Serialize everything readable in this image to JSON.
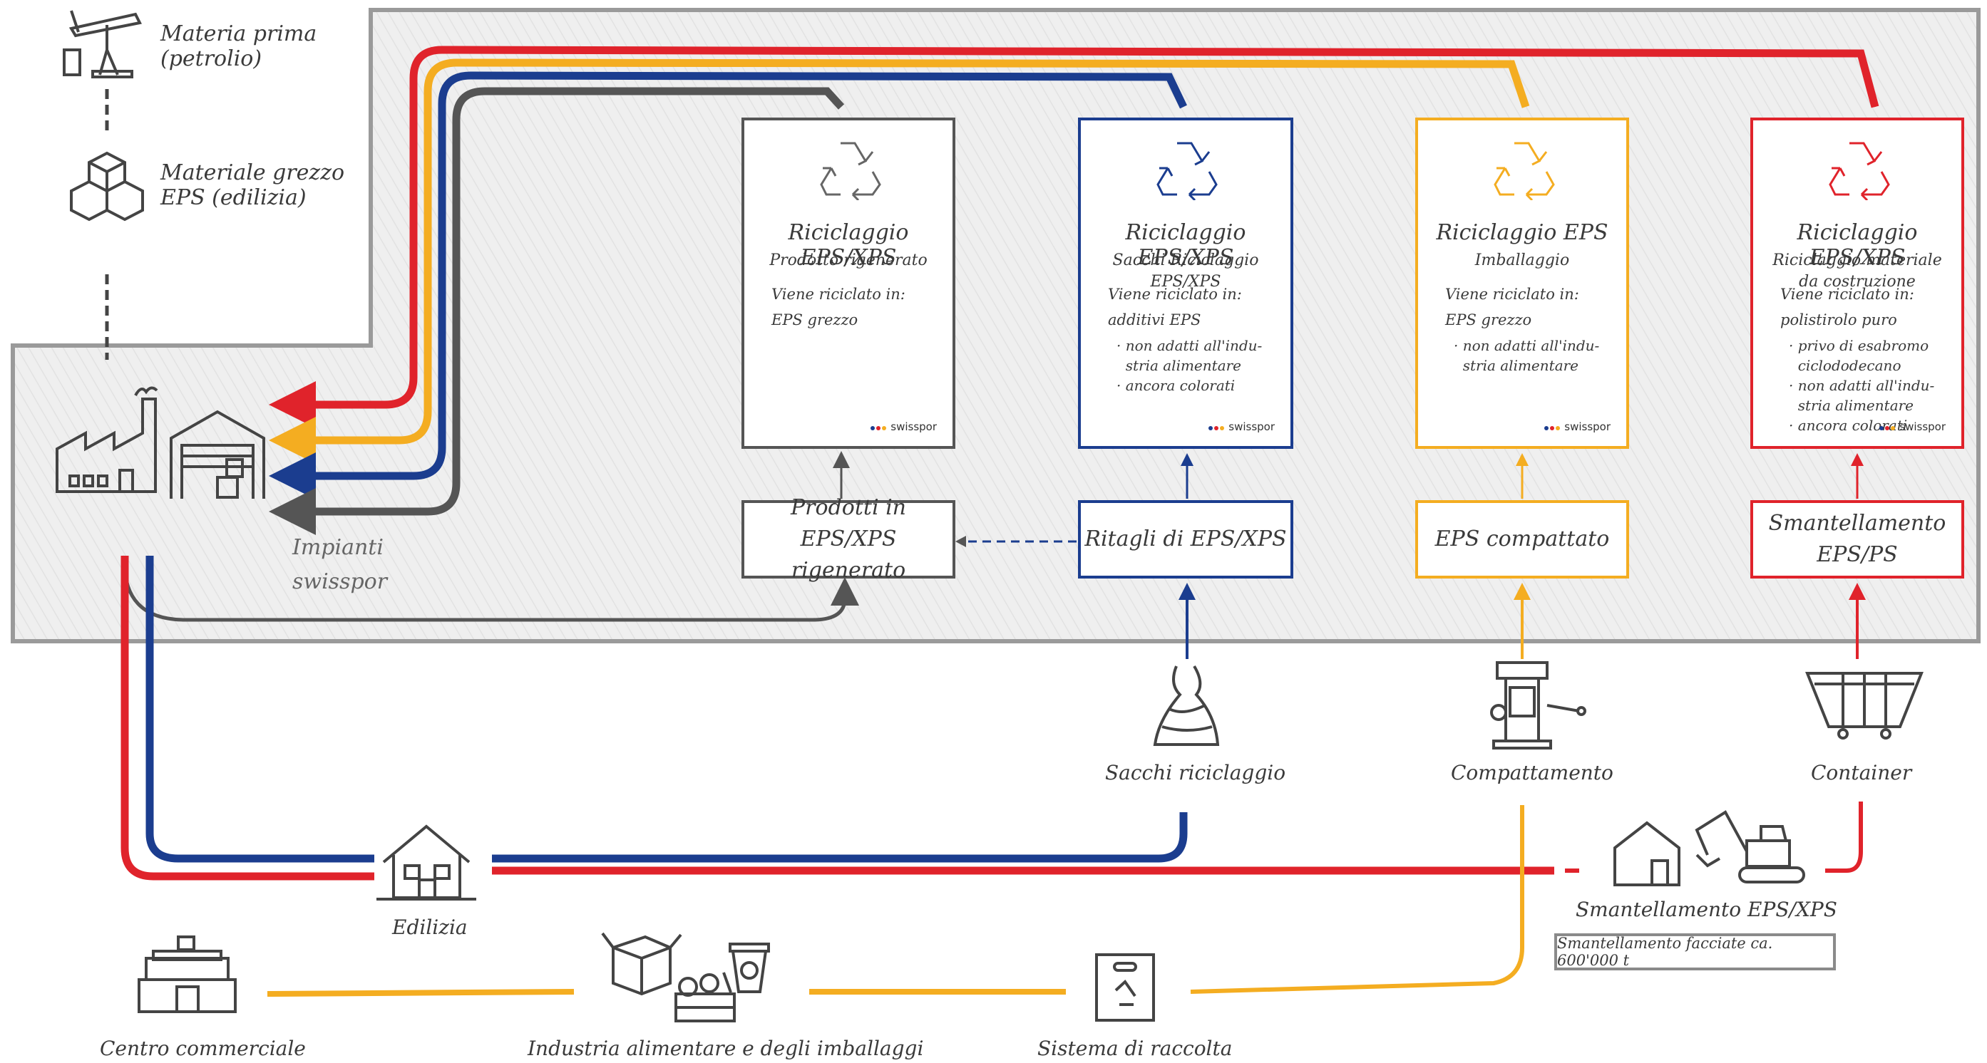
{
  "colors": {
    "red": "#e0232b",
    "yellow": "#f4ad21",
    "blue": "#1b3d8f",
    "gray": "#555555",
    "zone_bg": "#efefef",
    "zone_border": "#9a9a9a"
  },
  "top_left": {
    "raw_material": "Materia prima\n(petrolio)",
    "raw_material_l1": "Materia prima",
    "raw_material_l2": "(petrolio)",
    "eps_material_l1": "Materiale grezzo",
    "eps_material_l2": "EPS (edilizia)",
    "plant_l1": "Impianti",
    "plant_l2": "swisspor"
  },
  "cards": [
    {
      "color": "gray",
      "title": "Riciclaggio EPS/XPS",
      "subtitle": "Prodotto rigenerato",
      "recycled_into_label": "Viene riciclato in:",
      "recycled_into": "EPS grezzo",
      "bullets": [],
      "brand": "swisspor"
    },
    {
      "color": "blue",
      "title": "Riciclaggio EPS/XPS",
      "subtitle": "Sacchi Riciclaggio EPS/XPS",
      "recycled_into_label": "Viene riciclato in:",
      "recycled_into": "additivi EPS",
      "bullets": [
        "· non adatti all'indu-",
        "  stria alimentare",
        "· ancora colorati"
      ],
      "brand": "swisspor"
    },
    {
      "color": "yellow",
      "title": "Riciclaggio EPS",
      "subtitle": "Imballaggio",
      "recycled_into_label": "Viene riciclato in:",
      "recycled_into": "EPS grezzo",
      "bullets": [
        "· non adatti all'indu-",
        "  stria alimentare"
      ],
      "brand": "swisspor"
    },
    {
      "color": "red",
      "title": "Riciclaggio EPS/XPS",
      "subtitle": "Riciclaggio materiale\nda costruzione",
      "subtitle_l1": "Riciclaggio materiale",
      "subtitle_l2": "da costruzione",
      "recycled_into_label": "Viene riciclato in:",
      "recycled_into": "polistirolo puro",
      "bullets": [
        "· privo di esabromo",
        "  ciclododecano",
        "· non adatti all'indu-",
        "  stria alimentare",
        "· ancora colorati"
      ],
      "brand": "swisspor"
    }
  ],
  "source_boxes": {
    "gray_l1": "Prodotti in EPS/XPS",
    "gray_l2": "rigenerato",
    "blue": "Ritagli di EPS/XPS",
    "yellow": "EPS compattato",
    "red_l1": "Smantellamento",
    "red_l2": "EPS/PS"
  },
  "collection": {
    "bags": "Sacchi riciclaggio",
    "compaction": "Compattamento",
    "container": "Container"
  },
  "bottom": {
    "construction": "Edilizia",
    "dismantling": "Smantellamento EPS/XPS",
    "dismantling_note": "Smantellamento facciate ca. 600'000 t",
    "mall": "Centro commerciale",
    "food_industry": "Industria alimentare e degli imballaggi",
    "collection_system": "Sistema di raccolta"
  },
  "icons": [
    "oil-pump-icon",
    "cubes-icon",
    "factory-icon",
    "warehouse-icon",
    "recycle-icon",
    "garbage-bag-icon",
    "press-icon",
    "skip-container-icon",
    "house-icon",
    "barn-icon",
    "excavator-icon",
    "mall-icon",
    "box-icon",
    "vegetable-crate-icon",
    "coffee-cup-icon",
    "recycle-bag-icon"
  ]
}
